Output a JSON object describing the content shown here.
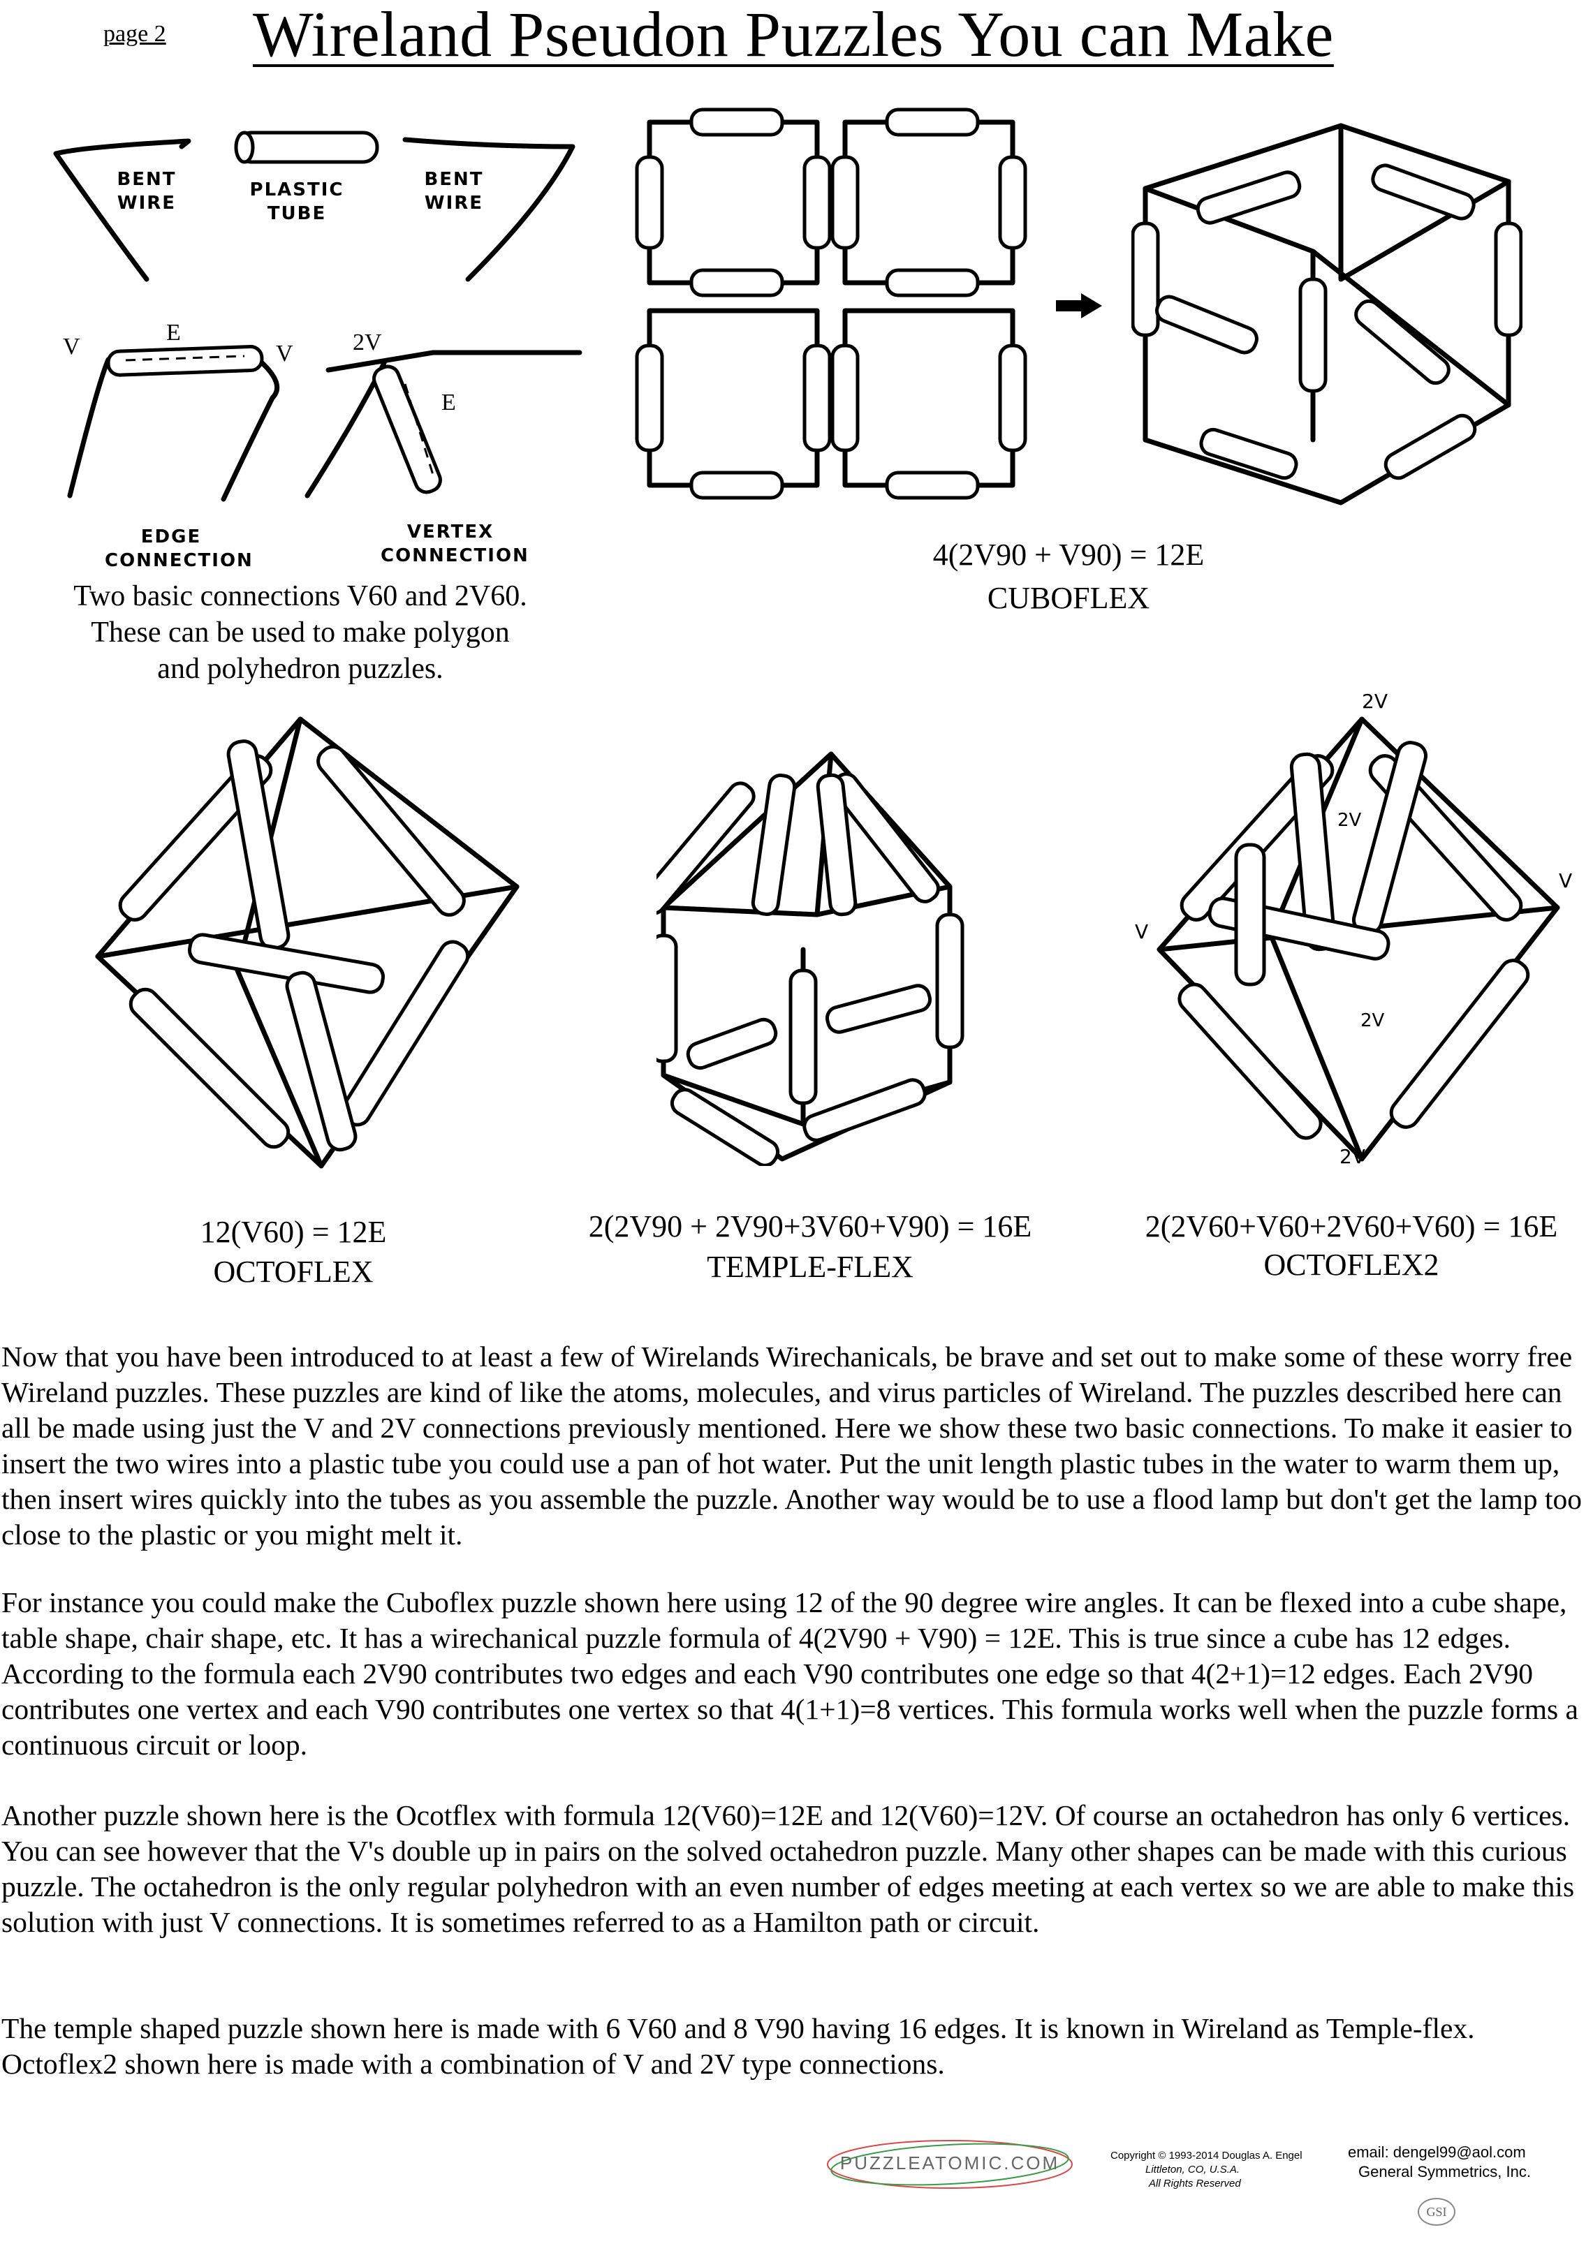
{
  "header": {
    "page_label": "page 2",
    "title": "Wireland Pseudon Puzzles You can Make"
  },
  "diagram_labels": {
    "bent_wire_left": "BENT WIRE",
    "plastic_tube": "PLASTIC TUBE",
    "bent_wire_right": "BENT WIRE",
    "v_left": "V",
    "e_top": "E",
    "v_right": "V",
    "two_v": "2V",
    "e_right": "E",
    "edge_connection": "EDGE CONNECTION",
    "vertex_connection": "VERTEX CONNECTION",
    "octoflex2_2v_top": "2V",
    "octoflex2_2v_mid": "2V",
    "octoflex2_v_left": "V",
    "octoflex2_v_right": "V",
    "octoflex2_2v_inner": "2V",
    "octoflex2_2v_bottom": "2V"
  },
  "intro_caption": "Two basic connections V60 and 2V60. These can be used to make polygon and polyhedron puzzles.",
  "figures": {
    "cuboflex": {
      "formula": "4(2V90 + V90) = 12E",
      "name": "CUBOFLEX"
    },
    "octoflex": {
      "formula": "12(V60) = 12E",
      "name": "OCTOFLEX"
    },
    "templeflex": {
      "formula": "2(2V90 + 2V90+3V60+V90) = 16E",
      "name": "TEMPLE-FLEX"
    },
    "octoflex2": {
      "formula": "2(2V60+V60+2V60+V60) = 16E",
      "name": "OCTOFLEX2"
    }
  },
  "paragraphs": [
    "Now that you have been introduced to at least a few of Wirelands Wirechanicals, be brave and set out to make some of these worry free Wireland puzzles. These puzzles are kind of like the atoms, molecules, and virus particles of Wireland. The puzzles described here can all be made using just the V and 2V connections previously mentioned.  Here we show these two basic connections.  To make it easier to insert the two wires into a plastic tube you could use a pan of hot water. Put the unit length plastic tubes in the water to warm them up, then insert wires quickly into the tubes as you assemble the puzzle.  Another way would be to use a flood lamp but don't get the lamp too close to the plastic or you might melt it.",
    "For instance you could make the Cuboflex puzzle shown here using 12 of the 90 degree wire angles.  It can be flexed into a cube shape, table shape, chair shape, etc.  It has a wirechanical puzzle formula of 4(2V90 + V90) = 12E.  This is true since a cube has 12 edges.  According to the formula each 2V90 contributes two edges and each V90 contributes one edge so that 4(2+1)=12 edges.  Each 2V90 contributes one vertex and each V90 contributes one vertex so that 4(1+1)=8 vertices.  This formula works well when the puzzle forms a continuous circuit or loop.",
    "Another puzzle shown here is the Ocotflex with formula 12(V60)=12E and 12(V60)=12V.  Of course an octahedron has only 6 vertices.  You can see however that the V's double up in pairs on the solved octahedron  puzzle.  Many other shapes can be made with this curious puzzle.  The octahedron is the only regular polyhedron with an even number of edges meeting at each vertex so we are able to make this solution with just V connections.  It is sometimes referred to as a Hamilton path or circuit.",
    "The temple shaped puzzle shown here is made with 6 V60 and 8 V90 having 16 edges.  It is known in Wireland as Temple-flex.  Octoflex2 shown here is made with a combination  of V and 2V type connections."
  ],
  "footer": {
    "logo_text": "PUZZLEATOMIC.COM",
    "copyright_line1": "Copyright © 1993-2014 Douglas A. Engel",
    "copyright_line2": "Littleton, CO, U.S.A.",
    "copyright_line3": "All Rights Reserved",
    "email": "email: dengel99@aol.com",
    "company": "General Symmetrics, Inc.",
    "emblem": "GSI"
  },
  "icons": {
    "arrow": "right-arrow-icon",
    "logo": "puzzleatomic-logo"
  }
}
